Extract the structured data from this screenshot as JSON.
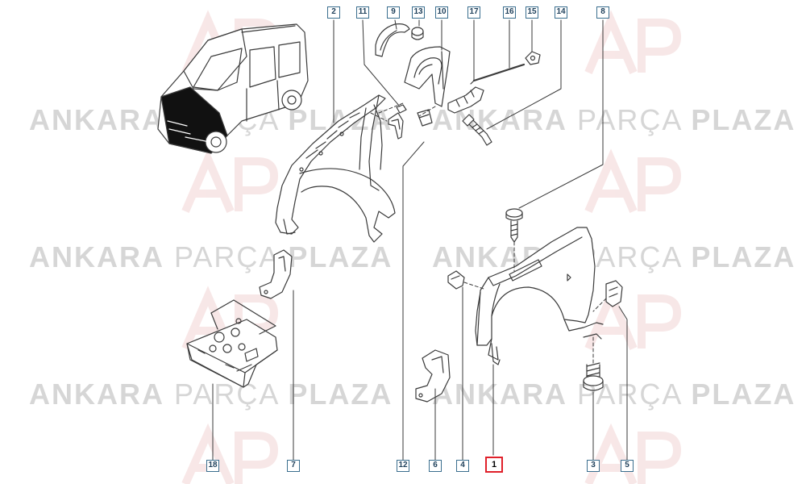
{
  "watermark": {
    "word1": "ANKARA",
    "word2": "PARÇA",
    "word3": "PLAZA",
    "logo_letters": "AP"
  },
  "callouts": {
    "c1": "1",
    "c2": "2",
    "c3": "3",
    "c4": "4",
    "c5": "5",
    "c6": "6",
    "c7": "7",
    "c8": "8",
    "c9": "9",
    "c10": "10",
    "c11": "11",
    "c12": "12",
    "c13": "13",
    "c14": "14",
    "c15": "15",
    "c16": "16",
    "c17": "17",
    "c18": "18"
  },
  "highlight": {
    "callout": "1",
    "color": "#e0202a"
  },
  "colors": {
    "line": "#3a3a3a",
    "callout_border": "#3b6f8f",
    "watermark": "#d6d6d6",
    "car_front": "#111111"
  }
}
